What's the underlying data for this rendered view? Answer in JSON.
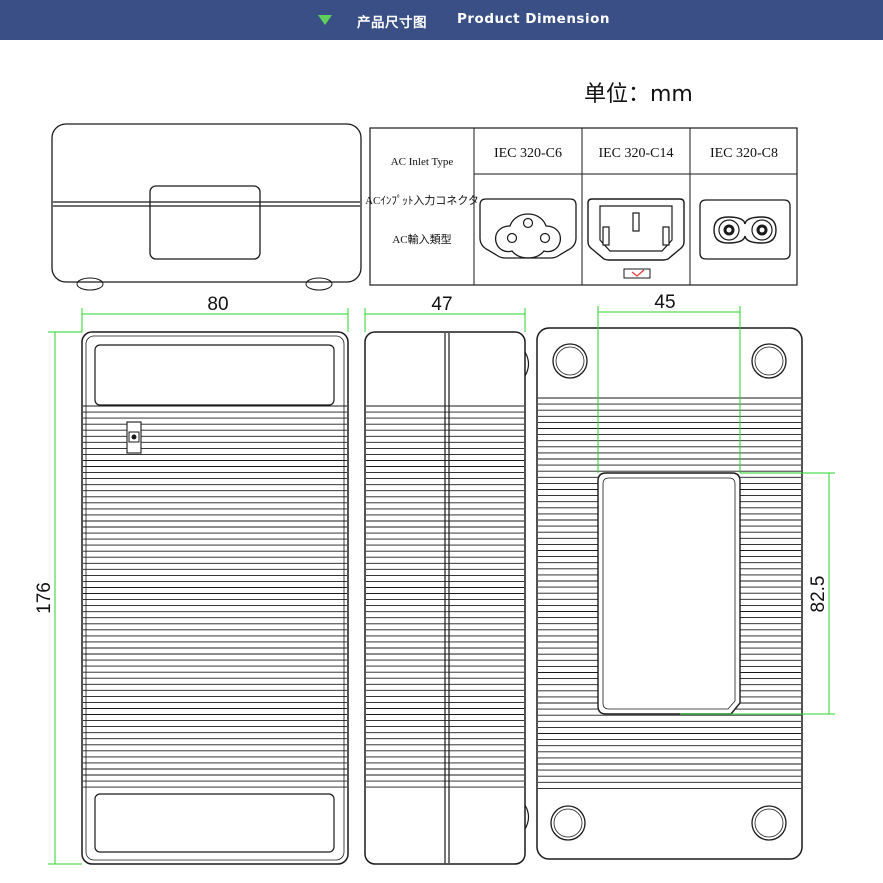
{
  "header": {
    "title_cn": "产品尺寸图",
    "title_en": "Product Dimension",
    "accent_color": "#3a4f86",
    "marker_color": "#5fd05a",
    "marker_icon": "triangle-down-icon"
  },
  "unit_label": "单位：mm",
  "connector_table": {
    "row_labels": [
      "AC Inlet Type",
      "ACｲﾝﾌﾟｯﾄ入力コネクタ",
      "AC輸入類型"
    ],
    "types": [
      "IEC 320-C6",
      "IEC 320-C14",
      "IEC 320-C8"
    ]
  },
  "dimensions": {
    "front_width": "80",
    "front_height": "176",
    "side_depth": "47",
    "label_width": "45",
    "label_height": "82.5"
  },
  "dimension_line_color": "#27d427"
}
